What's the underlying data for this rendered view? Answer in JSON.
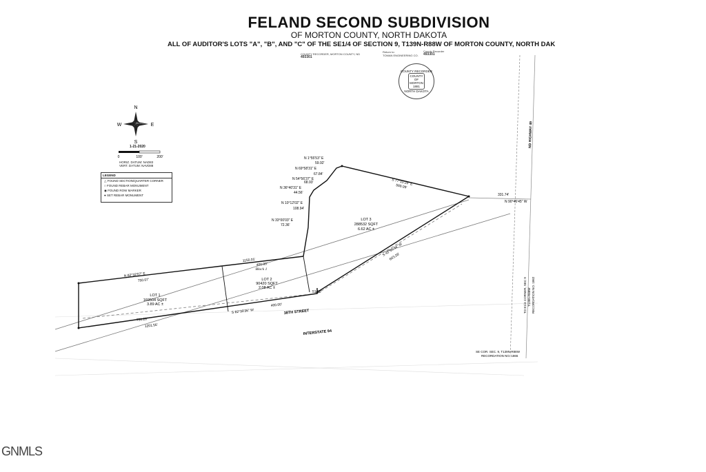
{
  "header": {
    "title": "FELAND SECOND SUBDIVISION",
    "subtitle": "OF MORTON COUNTY, NORTH DAKOTA",
    "description": "ALL OF AUDITOR'S LOTS \"A\", \"B\", AND \"C\" OF THE SE1/4 OF SECTION 9, T139N-R88W OF MORTON COUNTY, NORTH DAK"
  },
  "recorder": {
    "left_label": "COUNTY RECORDER, MORTON COUNTY, ND",
    "left_doc": "493301",
    "right_label": "County Recorder",
    "right_doc": "493301",
    "returned_to": "Return to:",
    "company": "TOMAN ENGINEERING CO."
  },
  "stamp": {
    "outer": "COUNTY RECORDER",
    "inner_top": "COUNTY OF",
    "inner_mid": "MORTON",
    "inner_bot": "1881",
    "outer_bot": "NORTH DAKOTA"
  },
  "compass": {
    "n": "N",
    "s": "S",
    "e": "E",
    "w": "W"
  },
  "scale": {
    "date": "1-21-2020",
    "t0": "0",
    "t1": "100'",
    "t2": "200'"
  },
  "datum": {
    "horiz": "HORIZ. DATUM: NAD83",
    "vert": "VERT. DATUM: NAVD88"
  },
  "legend": {
    "title": "LEGEND",
    "items": [
      "FOUND SECTION/QUARTER CORNER",
      "FOUND REBAR MONUMENT",
      "FOUND ROW MARKER",
      "SET REBAR MONUMENT"
    ]
  },
  "bearings": {
    "b1": "N 1°55'53\" E",
    "d1": "59.92'",
    "b2": "N 69°58'31\" E",
    "d2": "67.84'",
    "b3": "N 54°56'37\" E",
    "d3": "68.93'",
    "b4": "N 36°40'31\" E",
    "d4": "44.56'",
    "b5": "N 10°12'02\" E",
    "d5": "108.94'",
    "b6": "N 33°00'03\" E",
    "d6": "72.36'",
    "b7": "S 77°10'29\" E",
    "d7": "569.09'",
    "b8": "S 45°55'34\" W",
    "d8": "603.28'",
    "b9": "N 82°32'07\" E",
    "d9": "750.07'",
    "d10": "1150.01'",
    "d11": "400.00'",
    "b12": "S 82°30'36\" W",
    "d12": "400.00'",
    "d13": "750.28'",
    "d14": "1201.56'",
    "d15": "51.08'",
    "d16": "331.74'",
    "b16": "N 90°46'45\" W"
  },
  "lots": {
    "lot1": {
      "name": "LOT 1",
      "sqft": "169504 SQFT",
      "ac": "3.89 AC ±"
    },
    "lot2": {
      "name": "LOT 2",
      "sqft": "90420 SQFT",
      "ac": "2.08 AC ±"
    },
    "lot3": {
      "name": "LOT 3",
      "sqft": "288532 SQFT",
      "ac": "6.62 AC ±"
    },
    "block": "Block 1"
  },
  "roads": {
    "street": "38TH STREET",
    "interstate": "INTERSTATE 94",
    "highway": "ND HIGHWAY 49"
  },
  "corners": {
    "se_cor_1": "SE COR. SEC. 9, T139N-R88W",
    "se_cor_2": "RECORDATION NO. 1865",
    "e_cor_1": "TO E1/4 CORNER, SEC 9",
    "e_cor_2": "T139N-R88W",
    "e_cor_3": "RECORDATION NO. 1862"
  },
  "watermark": "GNMLS"
}
